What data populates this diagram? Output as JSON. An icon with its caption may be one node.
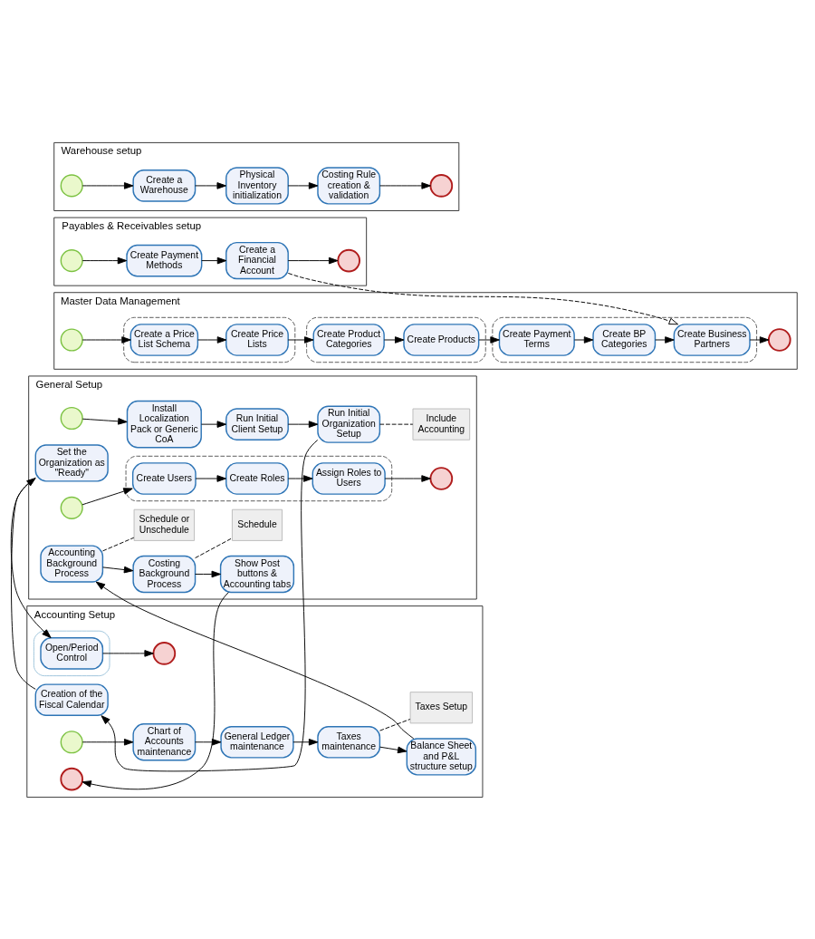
{
  "diagram": {
    "nodes": [
      {
        "text": [
          "General Setup"
        ]
      },
      {
        "text": [],
        "shape": "circle",
        "in": 0
      },
      {
        "text": [
          "Install Localization Pack or Generic CoA"
        ],
        "in": 0
      },
      {
        "text": [
          "Run Initial Client Setup"
        ],
        "in": 0
      },
      {
        "text": [
          "Run Initial Organization Setup"
        ],
        "in": 0
      },
      {
        "text": [
          "Set the Organization as \"Ready\""
        ],
        "in": 0
      },
      {
        "text": [
          "Include Accounting"
        ],
        "in": 0
      },
      {
        "text": [],
        "shape": "circle",
        "in": 0
      },
      {
        "text": [],
        "shape": "box",
        "in": 0
      },
      {
        "text": [
          "Create Users"
        ],
        "in": 8
      },
      {
        "text": [
          "Create Roles"
        ],
        "in": 8
      },
      {
        "text": [
          "Assign Roles to Users"
        ],
        "in": 8
      },
      {
        "text": [],
        "shape": "circle",
        "in": 0
      },
      {
        "text": [
          "Accounting Background Process"
        ],
        "in": 0
      },
      {
        "text": [
          "Costing Background Process"
        ],
        "in": 0
      },
      {
        "text": [
          "Show Post buttons & Accounting tabs"
        ],
        "in": 0
      },
      {
        "text": [
          "Schedule or Unschedule"
        ],
        "in": 0
      },
      {
        "text": [
          "Schedule"
        ],
        "in": 0
      },
      {
        "text": [
          "Accounting Setup"
        ]
      },
      {
        "text": [
          "Creation of the Fiscal Calendar"
        ],
        "in": 18
      },
      {
        "text": [],
        "shape": "box",
        "in": 18
      },
      {
        "text": [
          "Open/Period Control"
        ],
        "in": 20
      },
      {
        "text": [],
        "shape": "circle",
        "in": 18
      },
      {
        "text": [],
        "shape": "circle",
        "in": 18
      },
      {
        "text": [
          "Chart of Accounts maintenance"
        ],
        "in": 18
      },
      {
        "text": [
          "General Ledger maintenance"
        ],
        "in": 18
      },
      {
        "text": [
          "Taxes maintenance"
        ],
        "in": 18
      },
      {
        "text": [
          "Balance Sheet and P&L structure setup"
        ],
        "in": 18
      },
      {
        "text": [
          "Taxes Setup"
        ],
        "in": 18
      },
      {
        "text": [],
        "shape": "circle",
        "in": 18
      },
      {
        "text": [
          "Payables & Receivables setup"
        ]
      },
      {
        "text": [],
        "shape": "circle",
        "in": 30
      },
      {
        "text": [
          "Create Payment Methods"
        ],
        "in": 30
      },
      {
        "text": [
          "Create a Financial Account"
        ],
        "in": 30
      },
      {
        "text": [],
        "shape": "circle",
        "in": 30
      },
      {
        "text": [
          "Master Data Management"
        ]
      },
      {
        "text": [],
        "shape": "circle",
        "in": 35
      },
      {
        "text": [],
        "shape": "box",
        "in": 35
      },
      {
        "text": [
          "Create a Price List Schema"
        ],
        "in": 37
      },
      {
        "text": [
          "Create Price Lists"
        ],
        "in": 37
      },
      {
        "text": [],
        "shape": "box",
        "in": 35
      },
      {
        "text": [
          "Create Product Categories"
        ],
        "in": 40
      },
      {
        "text": [
          "Create Products"
        ],
        "in": 40
      },
      {
        "text": [],
        "shape": "box",
        "in": 35
      },
      {
        "text": [
          "Create Payment Terms"
        ],
        "in": 43
      },
      {
        "text": [
          "Create BP Categories"
        ],
        "in": 43
      },
      {
        "text": [
          "Create Business Partners"
        ],
        "in": 43
      },
      {
        "text": [],
        "shape": "circle",
        "in": 35
      },
      {
        "text": [
          "Warehouse setup"
        ]
      },
      {
        "text": [],
        "shape": "circle",
        "in": 48
      },
      {
        "text": [
          "Create a Warehouse"
        ],
        "in": 48
      },
      {
        "text": [
          "Physical Inventory initialization"
        ],
        "in": 48
      },
      {
        "text": [
          "Costing Rule creation & validation"
        ],
        "in": 48
      },
      {
        "text": [],
        "shape": "circle",
        "in": 48
      }
    ],
    "edges": [
      {
        "from": 1,
        "to": 2,
        "arrow": "to"
      },
      {
        "from": 2,
        "to": 3,
        "arrow": "to"
      },
      {
        "from": 3,
        "to": 4,
        "arrow": "to"
      },
      {
        "from": 4,
        "to": 6,
        "arrow": "none",
        "style": "dashed"
      },
      {
        "from": 4,
        "to": 19,
        "arrow": "to"
      },
      {
        "from": 19,
        "to": 5,
        "arrow": "to"
      },
      {
        "from": 5,
        "to": 21,
        "arrow": "to"
      },
      {
        "from": 21,
        "to": 22,
        "arrow": "to"
      },
      {
        "from": 7,
        "to": 9,
        "arrow": "to"
      },
      {
        "from": 9,
        "to": 10,
        "arrow": "to"
      },
      {
        "from": 10,
        "to": 11,
        "arrow": "to"
      },
      {
        "from": 11,
        "to": 12,
        "arrow": "to"
      },
      {
        "from": 23,
        "to": 24,
        "arrow": "to"
      },
      {
        "from": 24,
        "to": 25,
        "arrow": "to"
      },
      {
        "from": 25,
        "to": 26,
        "arrow": "to"
      },
      {
        "from": 26,
        "to": 27,
        "arrow": "to"
      },
      {
        "from": 26,
        "to": 28,
        "arrow": "none",
        "style": "dashed"
      },
      {
        "from": 27,
        "to": 13,
        "arrow": "to"
      },
      {
        "from": 13,
        "to": 14,
        "arrow": "to"
      },
      {
        "from": 14,
        "to": 15,
        "arrow": "to"
      },
      {
        "from": 13,
        "to": 16,
        "arrow": "none",
        "style": "dashed"
      },
      {
        "from": 14,
        "to": 17,
        "arrow": "none",
        "style": "dashed"
      },
      {
        "from": 15,
        "to": 29,
        "arrow": "to"
      },
      {
        "from": 31,
        "to": 32,
        "arrow": "to"
      },
      {
        "from": 32,
        "to": 33,
        "arrow": "to"
      },
      {
        "from": 33,
        "to": 34,
        "arrow": "to"
      },
      {
        "from": 33,
        "to": 46,
        "arrow": "to",
        "style": "dashed"
      },
      {
        "from": 36,
        "to": 38,
        "arrow": "to"
      },
      {
        "from": 38,
        "to": 39,
        "arrow": "to"
      },
      {
        "from": 39,
        "to": 41,
        "arrow": "to"
      },
      {
        "from": 41,
        "to": 42,
        "arrow": "to"
      },
      {
        "from": 42,
        "to": 44,
        "arrow": "to"
      },
      {
        "from": 44,
        "to": 45,
        "arrow": "to"
      },
      {
        "from": 45,
        "to": 46,
        "arrow": "to"
      },
      {
        "from": 46,
        "to": 47,
        "arrow": "to"
      },
      {
        "from": 49,
        "to": 50,
        "arrow": "to"
      },
      {
        "from": 50,
        "to": 51,
        "arrow": "to"
      },
      {
        "from": 51,
        "to": 52,
        "arrow": "to"
      },
      {
        "from": 52,
        "to": 53,
        "arrow": "to"
      }
    ]
  }
}
